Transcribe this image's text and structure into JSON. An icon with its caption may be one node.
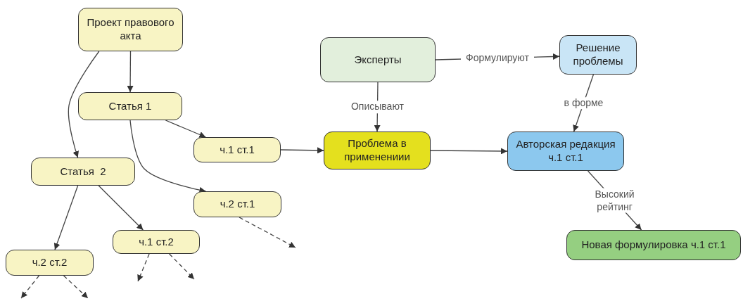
{
  "diagram": {
    "nodes": [
      {
        "text": [
          "Проект правового акта"
        ]
      },
      {
        "text": [
          "Статья 1"
        ]
      },
      {
        "text": [
          "Статья  2"
        ]
      },
      {
        "text": [
          "ч.1 ст.1"
        ]
      },
      {
        "text": [
          "ч.2 ст.1"
        ]
      },
      {
        "text": [
          "ч.1 ст.2"
        ]
      },
      {
        "text": [
          "ч.2 ст.2"
        ]
      },
      {
        "text": [
          "Эксперты"
        ]
      },
      {
        "text": [
          "Решение проблемы"
        ]
      },
      {
        "text": [
          "Проблема в применениии"
        ]
      },
      {
        "text": [
          "Авторская редакция ч.1 ст.1"
        ]
      },
      {
        "text": [
          "Новая формулировка ч.1 ст.1"
        ]
      }
    ],
    "edges": [
      {
        "from": 0,
        "to": 1,
        "arrow": "to"
      },
      {
        "from": 0,
        "to": 2,
        "arrow": "to"
      },
      {
        "from": 1,
        "to": 3,
        "arrow": "to"
      },
      {
        "from": 1,
        "to": 4,
        "arrow": "to"
      },
      {
        "from": 2,
        "to": 6,
        "arrow": "to"
      },
      {
        "from": 2,
        "to": 5,
        "arrow": "to"
      },
      {
        "from": 3,
        "to": 9,
        "arrow": "to"
      },
      {
        "from": 7,
        "to": 8,
        "arrow": "to",
        "label": "Формулируют"
      },
      {
        "from": 7,
        "to": 9,
        "arrow": "to",
        "label": "Описывают"
      },
      {
        "from": 8,
        "to": 10,
        "arrow": "to",
        "label": "в форме"
      },
      {
        "from": 9,
        "to": 10,
        "arrow": "to"
      },
      {
        "from": 10,
        "to": 11,
        "arrow": "to",
        "label": "Высокий рейтинг"
      },
      {
        "from": 4,
        "to": null,
        "arrow": "to",
        "style": "dashed"
      },
      {
        "from": 5,
        "to": null,
        "arrow": "to",
        "style": "dashed"
      },
      {
        "from": 5,
        "to": null,
        "arrow": "to",
        "style": "dashed"
      },
      {
        "from": 6,
        "to": null,
        "arrow": "to",
        "style": "dashed"
      },
      {
        "from": 6,
        "to": null,
        "arrow": "to",
        "style": "dashed"
      }
    ]
  }
}
